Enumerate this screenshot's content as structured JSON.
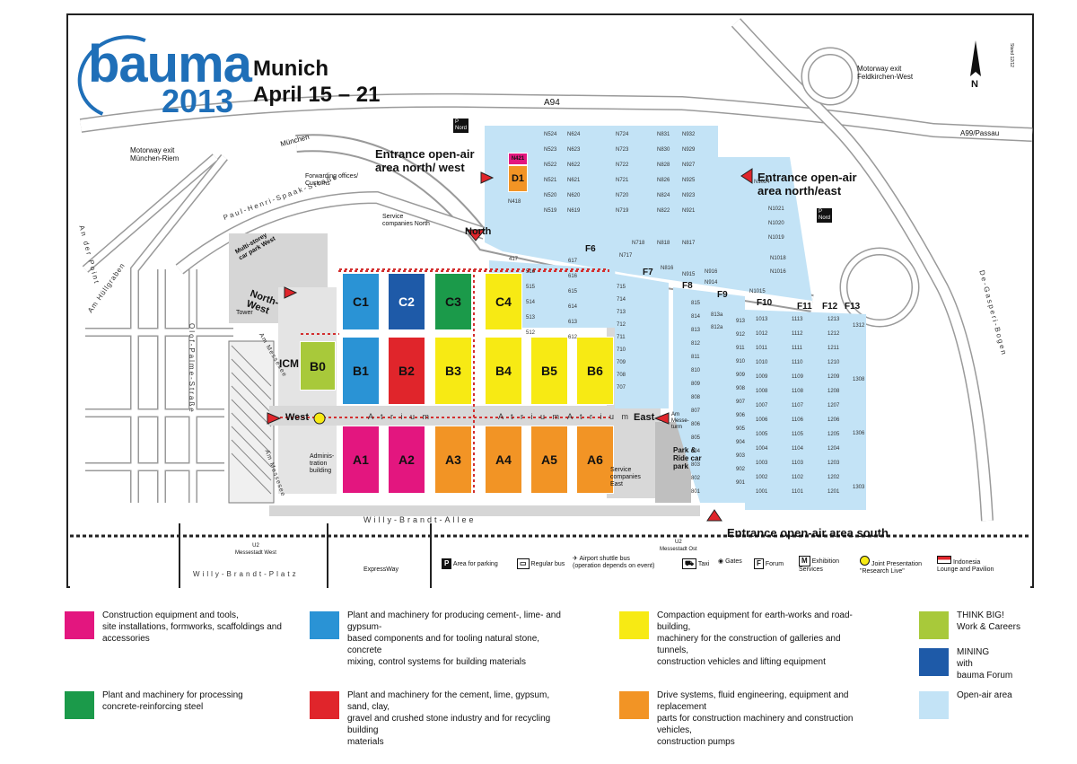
{
  "logo": {
    "word": "bauma",
    "year": "2013"
  },
  "event": {
    "city": "Munich",
    "dates": "April 15 – 21"
  },
  "colors": {
    "magenta": "#e3167f",
    "blue": "#2a93d5",
    "yellow": "#f7ea14",
    "lime": "#a8c93a",
    "green": "#1b9a4a",
    "red": "#e0252b",
    "orange": "#f29425",
    "navy": "#1e5aa8",
    "lightblue": "#c3e3f6",
    "road": "#cfcfcf"
  },
  "compass": "N",
  "halls": [
    {
      "label": "C1",
      "color": "blue"
    },
    {
      "label": "C2",
      "color": "navy"
    },
    {
      "label": "C3",
      "color": "green"
    },
    {
      "label": "C4",
      "color": "yellow"
    },
    {
      "label": "B0",
      "color": "lime"
    },
    {
      "label": "B1",
      "color": "blue"
    },
    {
      "label": "B2",
      "color": "red"
    },
    {
      "label": "B3",
      "color": "yellow"
    },
    {
      "label": "B4",
      "color": "yellow"
    },
    {
      "label": "B5",
      "color": "yellow"
    },
    {
      "label": "B6",
      "color": "yellow"
    },
    {
      "label": "A1",
      "color": "magenta"
    },
    {
      "label": "A2",
      "color": "magenta"
    },
    {
      "label": "A3",
      "color": "orange"
    },
    {
      "label": "A4",
      "color": "orange"
    },
    {
      "label": "A5",
      "color": "orange"
    },
    {
      "label": "A6",
      "color": "orange"
    },
    {
      "label": "D1",
      "color": "orange"
    }
  ],
  "labels": {
    "icm": "ICM",
    "west": "West",
    "east": "East",
    "north": "North",
    "north_west": "North-\nWest",
    "atrium1": "A t r i u m",
    "atrium2": "A t r i u m",
    "atrium3": "A t r i u m",
    "forwarding": "Forwarding offices/\nCustoms",
    "service_north": "Service\ncompanies North",
    "service_east": "Service\ncompanies\nEast",
    "multistorey": "Multi-storey\ncar park West",
    "tower": "Tower",
    "admin": "Adminis-\ntration\nbuilding",
    "park_ride": "Park &\nRide car\npark",
    "motorway_riem": "Motorway exit\nMünchen-Riem",
    "motorway_feld": "Motorway exit\nFeldkirchen-West",
    "muenchen": "München",
    "a94": "A94",
    "a99": "A99/Passau",
    "am_messesee": "Am Messesee",
    "am_messeturm": "Am\nMesse-\nturm",
    "am_huellgraben": "Am Hüllgraben",
    "an_der_point": "An der Point",
    "paul_henri": "Paul-Henri-Spaak-Straße",
    "olof_palme": "Olof-Palme-Straße",
    "am_messesee_v": "Am Messesee",
    "de_gasperi": "De-Gasperi-Bogen",
    "willy_brandt_allee": "Willy-Brandt-Allee",
    "willy_brandt_platz": "Willy-Brandt-Platz",
    "u2_west": "U2\nMessestadt West",
    "u2_ost": "U2\nMessestadt Ost",
    "expressway": "ExpressWay",
    "nord1": "P\nNord",
    "nord2": "P\nNord",
    "entr_nw": "Entrance open-air\narea north/ west",
    "entr_ne": "Entrance open-air\narea north/east",
    "entr_south": "Entrance open-air area south"
  },
  "f_sections": [
    "F6",
    "F7",
    "F8",
    "F9",
    "F10",
    "F11",
    "F12",
    "F13"
  ],
  "legend_symbols": {
    "parking": "Area for parking",
    "bus": "Regular bus",
    "shuttle": "Airport shuttle bus\n(operation depends on event)",
    "taxi": "Taxi",
    "gates": "Gates",
    "forum": "Forum",
    "exhibition_services": "Exhibition\nServices",
    "joint": "Joint Presentation\n\"Research Live\"",
    "indonesia": "Indonesia\nLounge and Pavilion"
  },
  "legend": [
    {
      "color": "magenta",
      "text": "Construction equipment and tools,\nsite installations, formworks, scaffoldings and\naccessories"
    },
    {
      "color": "blue",
      "text": "Plant and machinery for producing cement-, lime- and gypsum-\nbased components and for tooling natural stone, concrete\nmixing, control systems for building materials"
    },
    {
      "color": "yellow",
      "text": "Compaction equipment for earth-works and road-building,\nmachinery for the construction of galleries and tunnels,\nconstruction vehicles and lifting equipment"
    },
    {
      "color": "lime",
      "text": "THINK BIG!\nWork & Careers"
    },
    {
      "color": "navy",
      "text": "MINING\nwith\nbauma Forum"
    },
    {
      "color": "green",
      "text": "Plant and machinery for processing\nconcrete-reinforcing steel"
    },
    {
      "color": "red",
      "text": "Plant and machinery for the cement, lime, gypsum, sand, clay,\ngravel and crushed stone industry and for recycling building\nmaterials"
    },
    {
      "color": "orange",
      "text": "Drive systems, fluid engineering, equipment and replacement\nparts for construction machinery and construction vehicles,\nconstruction pumps"
    },
    {
      "color": "lightblue",
      "text": "Open-air area"
    }
  ],
  "openair_north": [
    [
      "N524",
      "N624",
      "N724",
      "N831",
      "N932"
    ],
    [
      "N523",
      "N623",
      "N723",
      "N830",
      "N929"
    ],
    [
      "N522",
      "N622",
      "N722",
      "N828",
      "N927"
    ],
    [
      "N521",
      "N621",
      "N721",
      "N826",
      "N925"
    ],
    [
      "N520",
      "N620",
      "N720",
      "N824",
      "N923"
    ],
    [
      "N519",
      "N619",
      "N719",
      "N822",
      "N921"
    ]
  ],
  "openair_misc": [
    "N418",
    "N421",
    "417",
    "N718",
    "N717",
    "N816",
    "N818",
    "N817",
    "N915",
    "N916",
    "N914",
    "N1018",
    "N1016",
    "N1015",
    "N1024",
    "N1021",
    "N1020",
    "N1019"
  ],
  "openair_700": [
    "715",
    "714",
    "713",
    "712",
    "711",
    "710",
    "709",
    "708",
    "707"
  ],
  "openair_600": [
    "617",
    "616",
    "615",
    "614",
    "613",
    "612"
  ],
  "openair_500": [
    "516",
    "515",
    "514",
    "513",
    "512"
  ],
  "openair_800": [
    "815",
    "814",
    "813",
    "812",
    "811",
    "810",
    "809",
    "808",
    "807",
    "806",
    "805",
    "804",
    "803",
    "802",
    "801",
    "813a",
    "812a"
  ],
  "openair_900": [
    "913",
    "912",
    "911",
    "910",
    "909",
    "908",
    "907",
    "906",
    "905",
    "904",
    "903",
    "902",
    "901"
  ],
  "openair_1000": [
    "1013",
    "1012",
    "1011",
    "1010",
    "1009",
    "1008",
    "1007",
    "1006",
    "1005",
    "1004",
    "1003",
    "1002",
    "1001"
  ],
  "openair_1100": [
    "1113",
    "1112",
    "1111",
    "1110",
    "1109",
    "1108",
    "1107",
    "1106",
    "1105",
    "1104",
    "1103",
    "1102",
    "1101"
  ],
  "openair_1200": [
    "1213",
    "1212",
    "1211",
    "1210",
    "1209",
    "1208",
    "1207",
    "1206",
    "1205",
    "1204",
    "1203",
    "1202",
    "1201"
  ],
  "openair_1300": [
    "1312",
    "1308",
    "1306",
    "1303"
  ],
  "stand_code": "Stand 12/12"
}
